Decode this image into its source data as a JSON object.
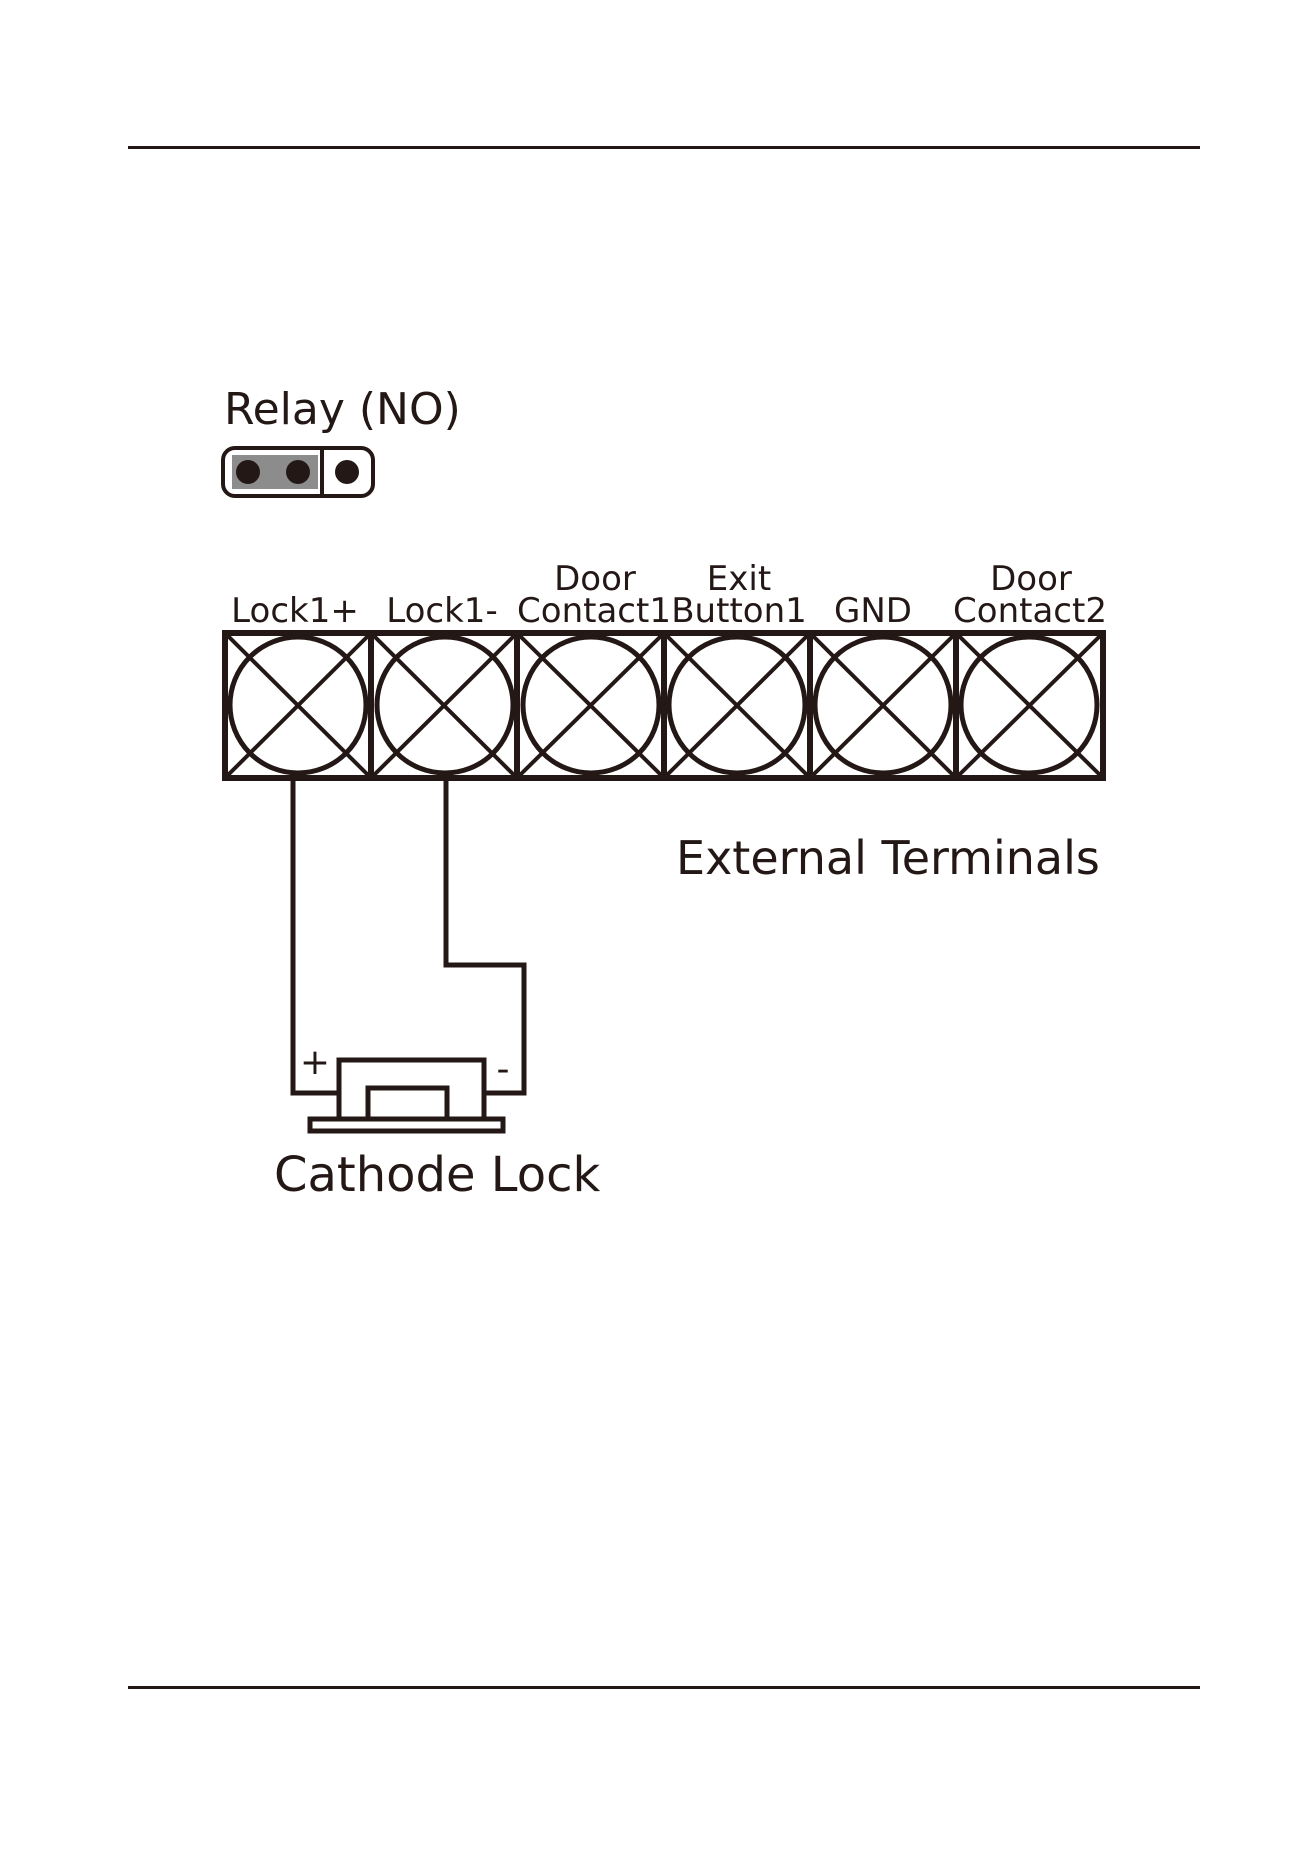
{
  "relay": {
    "label": "Relay (NO)"
  },
  "terminals": [
    {
      "line1": "",
      "line2": "Lock1+"
    },
    {
      "line1": "",
      "line2": "Lock1-"
    },
    {
      "line1": "Door",
      "line2": "Contact1"
    },
    {
      "line1": "Exit",
      "line2": "Button1"
    },
    {
      "line1": "",
      "line2": "GND"
    },
    {
      "line1": "Door",
      "line2": "Contact2"
    }
  ],
  "block_label": "External Terminals",
  "lock": {
    "plus": "+",
    "minus": "-",
    "label": "Cathode Lock"
  },
  "colors": {
    "ink": "#231815",
    "jumper_fill": "#8c8c8c"
  }
}
